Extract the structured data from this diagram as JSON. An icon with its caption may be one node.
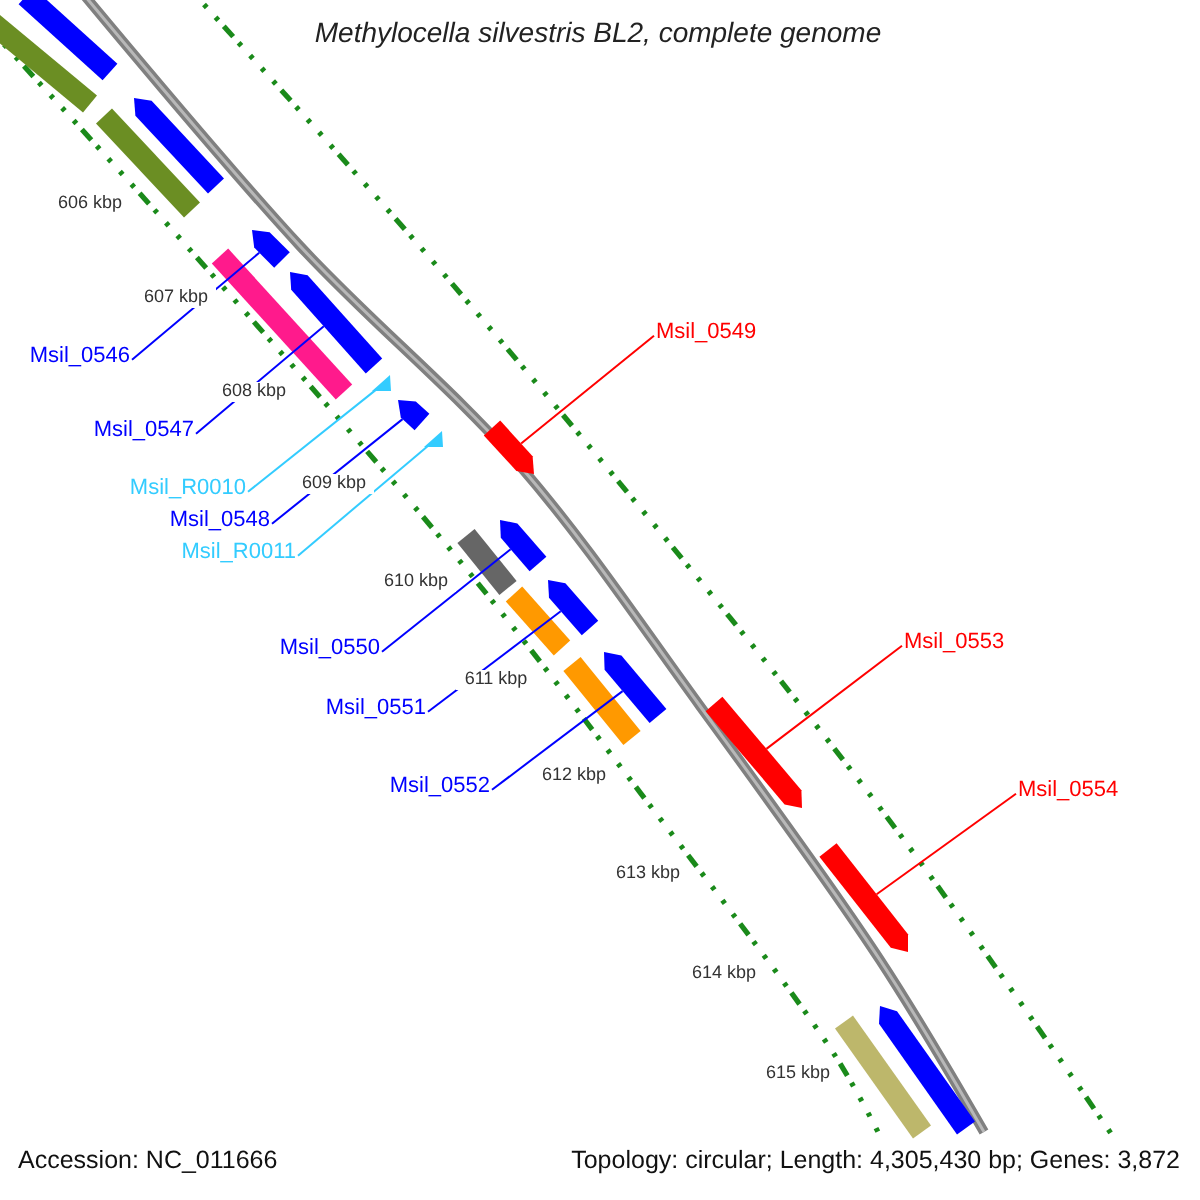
{
  "diagram": {
    "title": "Methylocella silvestris BL2, complete genome",
    "nodes": [
      {
        "text": [
          "Msil_0546"
        ]
      },
      {
        "text": [
          "Msil_0547"
        ]
      },
      {
        "text": [
          "Msil_R0010"
        ]
      },
      {
        "text": [
          "Msil_0548"
        ]
      },
      {
        "text": [
          "Msil_R0011"
        ]
      },
      {
        "text": [
          "Msil_0549"
        ]
      },
      {
        "text": [
          "Msil_0550"
        ]
      },
      {
        "text": [
          "Msil_0551"
        ]
      },
      {
        "text": [
          "Msil_0552"
        ]
      },
      {
        "text": [
          "Msil_0553"
        ]
      },
      {
        "text": [
          "Msil_0554"
        ]
      },
      {
        "text": [],
        "shape": "bar"
      },
      {
        "text": [],
        "shape": "bar"
      },
      {
        "text": [],
        "shape": "arrow"
      },
      {
        "text": [],
        "shape": "bar"
      },
      {
        "text": [],
        "shape": "arrow"
      },
      {
        "text": [],
        "shape": "bar"
      },
      {
        "text": [],
        "shape": "arrow"
      },
      {
        "text": [],
        "shape": "triangle"
      },
      {
        "text": [],
        "shape": "arrow"
      },
      {
        "text": [],
        "shape": "arrow"
      },
      {
        "text": [],
        "shape": "triangle"
      },
      {
        "text": [],
        "shape": "arrow"
      },
      {
        "text": [],
        "shape": "bar"
      },
      {
        "text": [],
        "shape": "arrow"
      },
      {
        "text": [],
        "shape": "bar"
      },
      {
        "text": [],
        "shape": "arrow"
      },
      {
        "text": [],
        "shape": "bar"
      },
      {
        "text": [],
        "shape": "arrow"
      },
      {
        "text": [],
        "shape": "arrow"
      },
      {
        "text": [],
        "shape": "arrow"
      },
      {
        "text": [],
        "shape": "bar"
      }
    ],
    "edges": [
      {
        "from": 0,
        "to": 15,
        "arrow": "none"
      },
      {
        "from": 1,
        "to": 17,
        "arrow": "none"
      },
      {
        "from": 2,
        "to": 18,
        "arrow": "none",
        "color": "#33ccff"
      },
      {
        "from": 3,
        "to": 19,
        "arrow": "none"
      },
      {
        "from": 4,
        "to": 21,
        "arrow": "none",
        "color": "#33ccff"
      },
      {
        "from": 5,
        "to": 20,
        "arrow": "none",
        "color": "#ff0000"
      },
      {
        "from": 6,
        "to": 22,
        "arrow": "none"
      },
      {
        "from": 7,
        "to": 24,
        "arrow": "none"
      },
      {
        "from": 8,
        "to": 26,
        "arrow": "none"
      },
      {
        "from": 9,
        "to": 28,
        "arrow": "none",
        "color": "#ff0000"
      },
      {
        "from": 10,
        "to": 29,
        "arrow": "none",
        "color": "#ff0000"
      }
    ],
    "labels": [
      "606 kbp",
      "607 kbp",
      "608 kbp",
      "609 kbp",
      "610 kbp",
      "611 kbp",
      "612 kbp",
      "613 kbp",
      "614 kbp",
      "615 kbp",
      "Accession: NC_011666",
      "Topology: circular; Length: 4,305,430 bp; Genes: 3,872"
    ]
  }
}
